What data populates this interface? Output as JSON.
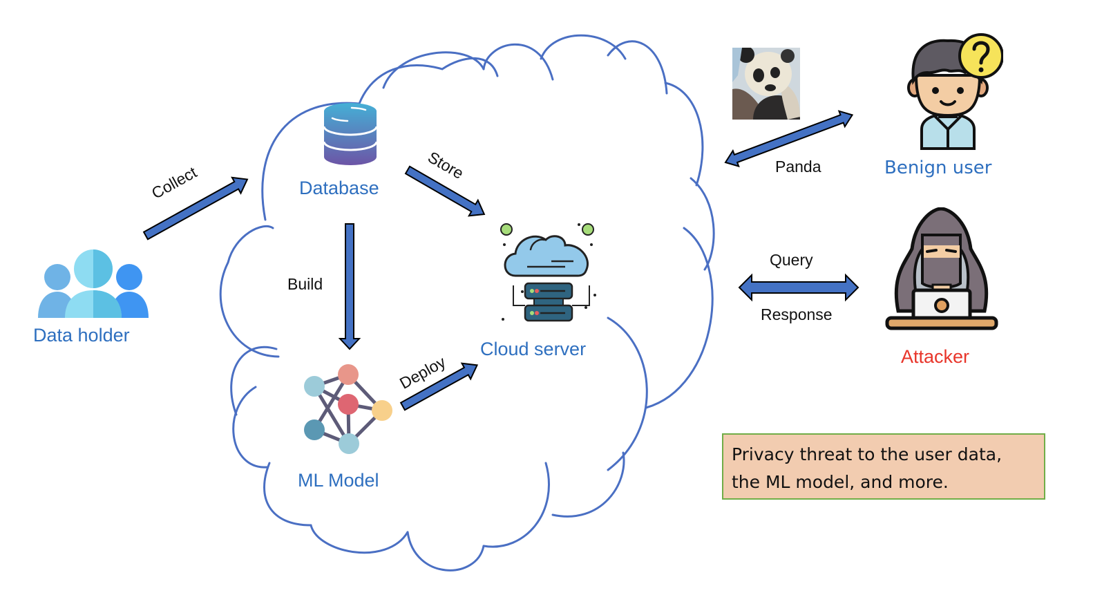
{
  "diagram": {
    "type": "ml-privacy-threat-overview",
    "colors": {
      "label_blue": "#2e6fbf",
      "attacker_red": "#e8352a",
      "arrow_fill": "#4472c4",
      "cloud_stroke": "#4a6fc3",
      "note_fill": "#f2ccb0",
      "note_border": "#70ad47"
    }
  },
  "nodes": {
    "data_holder": {
      "label": "Data holder",
      "icon": "people-group-icon"
    },
    "database": {
      "label": "Database",
      "icon": "database-icon"
    },
    "ml_model": {
      "label": "ML Model",
      "icon": "neural-network-icon"
    },
    "cloud_server": {
      "label": "Cloud server",
      "icon": "cloud-server-icon"
    },
    "benign_user": {
      "label": "Benign user",
      "icon": "user-question-icon"
    },
    "attacker": {
      "label": "Attacker",
      "icon": "hacker-icon"
    },
    "panda_image": {
      "icon": "panda-photo"
    }
  },
  "edges": {
    "collect": {
      "label": "Collect",
      "from": "Data holder",
      "to": "Database"
    },
    "store": {
      "label": "Store",
      "from": "Database",
      "to": "Cloud server"
    },
    "build": {
      "label": "Build",
      "from": "Database",
      "to": "ML Model"
    },
    "deploy": {
      "label": "Deploy",
      "from": "ML Model",
      "to": "Cloud server"
    },
    "panda": {
      "label": "Panda",
      "between": [
        "Cloud",
        "Benign user"
      ]
    },
    "query": {
      "label": "Query",
      "between": [
        "Cloud",
        "Attacker"
      ]
    },
    "response": {
      "label": "Response",
      "between": [
        "Cloud",
        "Attacker"
      ]
    }
  },
  "note": {
    "line1": "Privacy threat to the user data,",
    "line2": "the ML model, and more."
  }
}
